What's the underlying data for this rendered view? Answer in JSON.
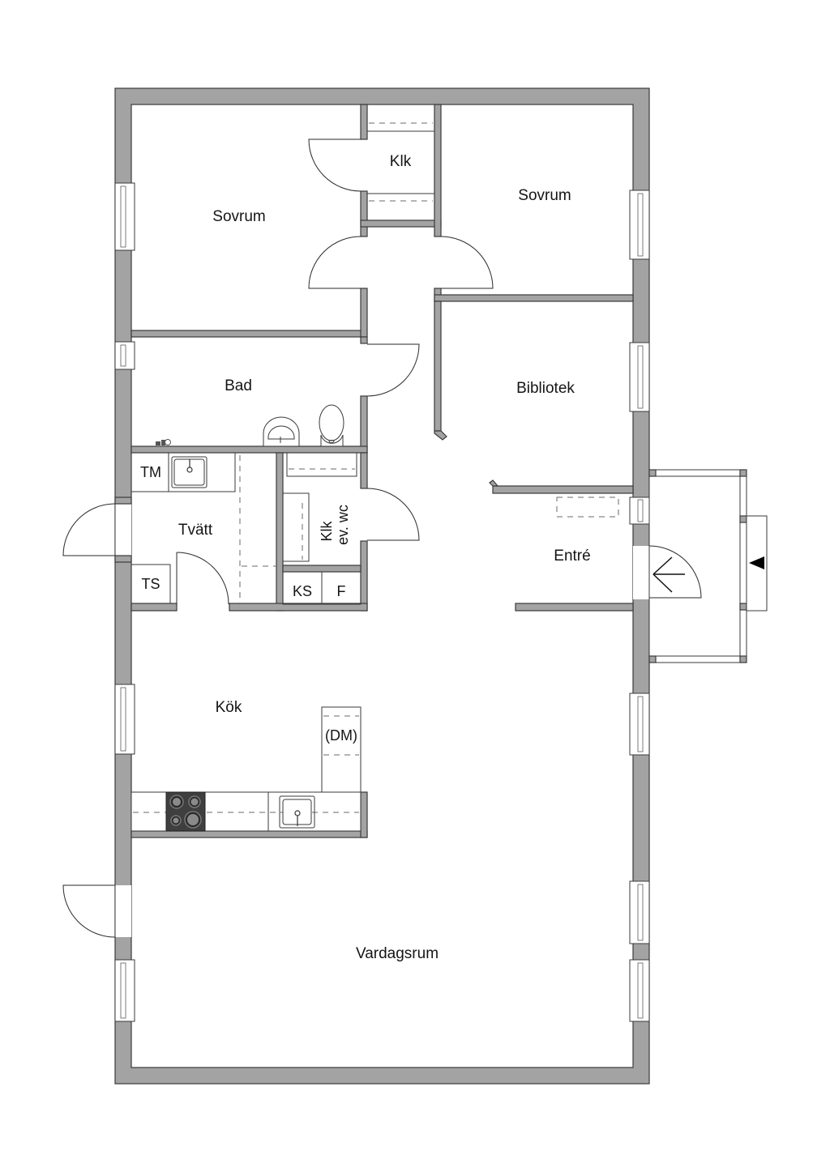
{
  "plan": {
    "title": "Floor plan",
    "colors": {
      "wall": "#a3a3a3",
      "line": "#3a3a3a",
      "background": "#ffffff"
    },
    "rooms": {
      "sovrum_left": "Sovrum",
      "klk_top": "Klk",
      "sovrum_right": "Sovrum",
      "bad": "Bad",
      "bibliotek": "Bibliotek",
      "tm": "TM",
      "tvatt": "Tvätt",
      "ts": "TS",
      "klk_wc_line1": "Klk",
      "klk_wc_line2": "ev. wc",
      "ks": "KS",
      "f": "F",
      "entre": "Entré",
      "kok": "Kök",
      "dm": "(DM)",
      "vardagsrum": "Vardagsrum"
    },
    "symbols": {
      "entrance_arrow": "arrow-left-icon",
      "entry_marker": "triangle-left-icon"
    }
  }
}
